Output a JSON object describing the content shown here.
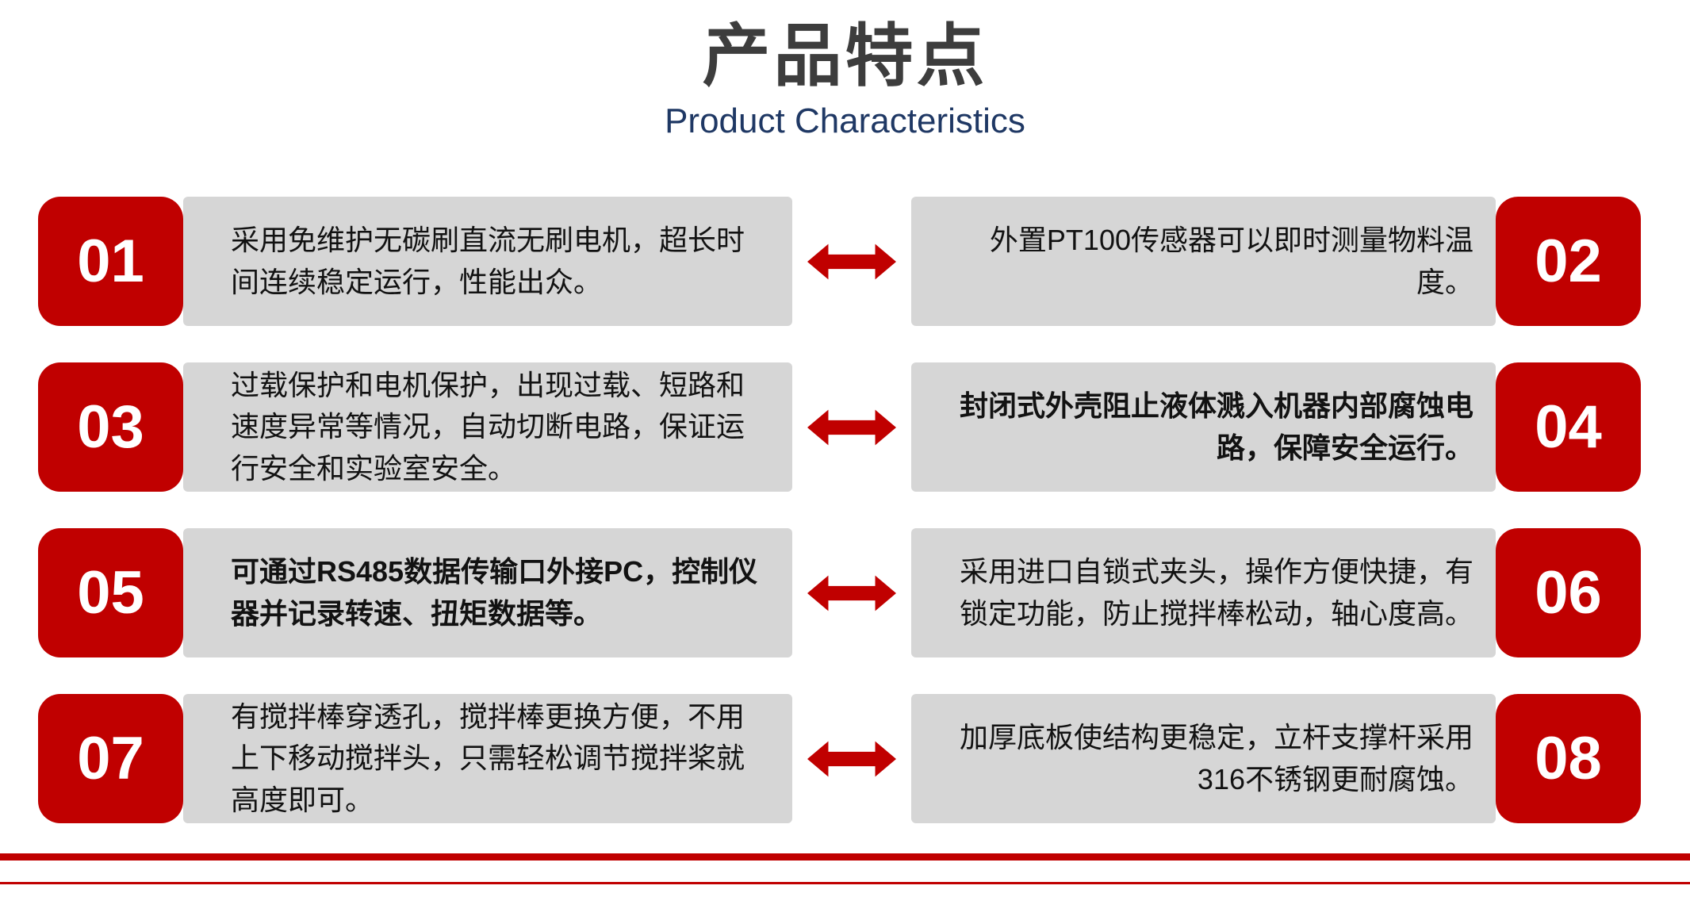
{
  "header": {
    "title": "产品特点",
    "subtitle": "Product Characteristics"
  },
  "colors": {
    "accent_red": "#C00000",
    "box_gray": "#D6D6D6",
    "subtitle_navy": "#1F3864",
    "title_gray": "#3D3D3D"
  },
  "icons": {
    "arrow": "double-headed-horizontal-arrow"
  },
  "rows": [
    {
      "left": {
        "number": "01",
        "text": "采用免维护无碳刷直流无刷电机，超长时间连续稳定运行，性能出众。"
      },
      "right": {
        "number": "02",
        "text": "外置PT100传感器可以即时测量物料温度。"
      }
    },
    {
      "left": {
        "number": "03",
        "text": "过载保护和电机保护，出现过载、短路和速度异常等情况，自动切断电路，保证运行安全和实验室安全。"
      },
      "right": {
        "number": "04",
        "text": "封闭式外壳阻止液体溅入机器内部腐蚀电路，保障安全运行。"
      }
    },
    {
      "left": {
        "number": "05",
        "text": "可通过RS485数据传输口外接PC，控制仪器并记录转速、扭矩数据等。"
      },
      "right": {
        "number": "06",
        "text": "采用进口自锁式夹头，操作方便快捷，有锁定功能，防止搅拌棒松动，轴心度高。"
      }
    },
    {
      "left": {
        "number": "07",
        "text": "有搅拌棒穿透孔，搅拌棒更换方便，不用上下移动搅拌头，只需轻松调节搅拌桨就高度即可。"
      },
      "right": {
        "number": "08",
        "text": "加厚底板使结构更稳定，立杆支撑杆采用316不锈钢更耐腐蚀。"
      }
    }
  ]
}
